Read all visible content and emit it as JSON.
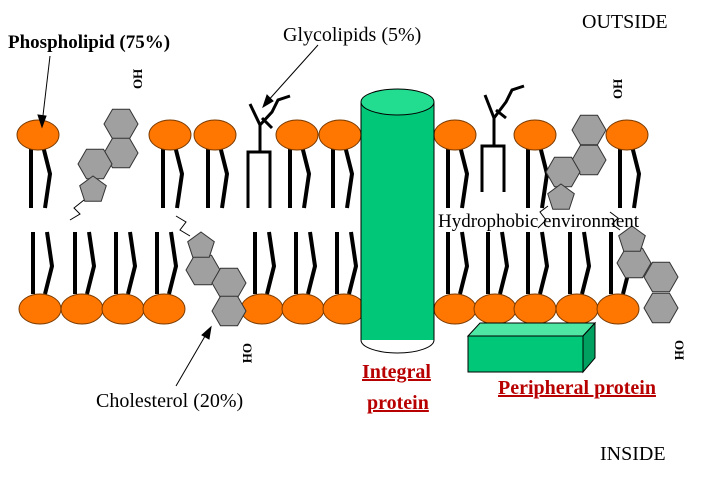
{
  "labels": {
    "phospholipid": "Phospholipid (75%)",
    "glycolipids": "Glycolipids (5%)",
    "outside": "OUTSIDE",
    "inside": "INSIDE",
    "hydrophobic": "Hydrophobic environment",
    "cholesterol": "Cholesterol (20%)",
    "integral_line1": "Integral",
    "integral_line2": "protein",
    "peripheral": "Peripheral protein",
    "oh": "OH"
  },
  "colors": {
    "phosphate_head": "#ff7700",
    "protein": "#00c878",
    "protein_top": "#22dd90",
    "sterol_ring": "#a0a0a0",
    "protein_label": "#b80000"
  }
}
